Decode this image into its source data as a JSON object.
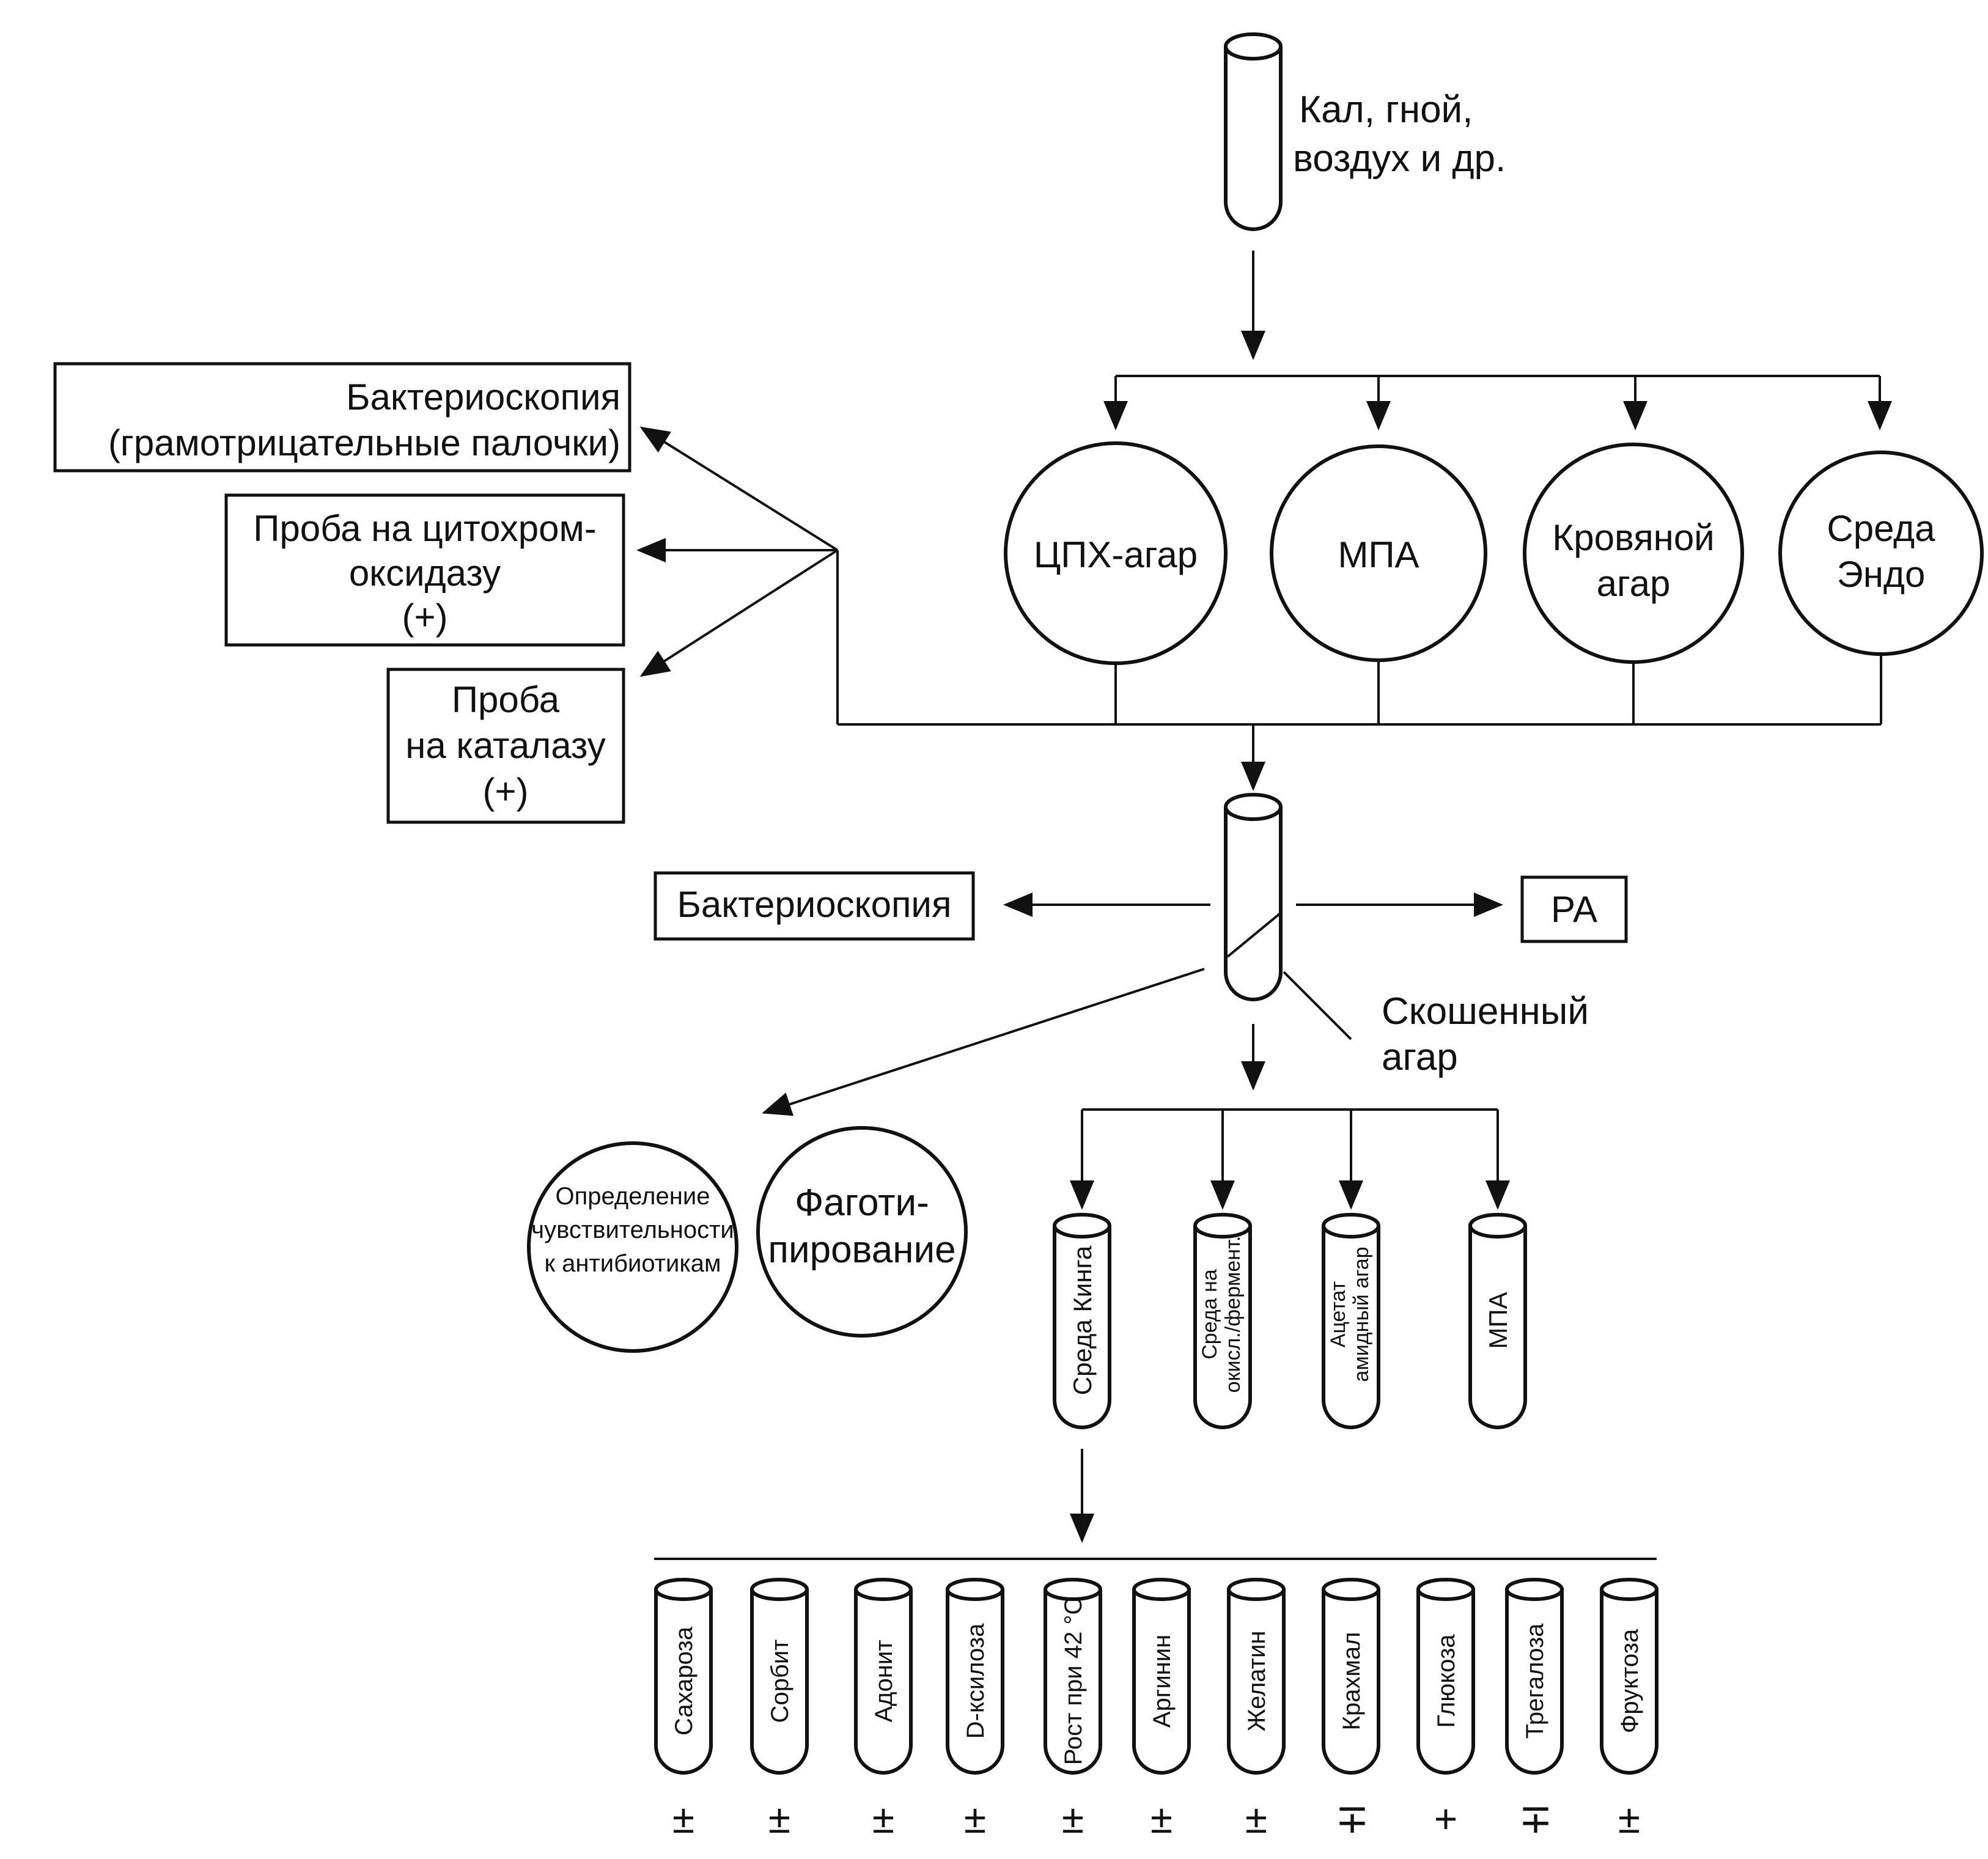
{
  "specimen": {
    "label_lines": [
      "Кал, гной,",
      "воздух и др."
    ]
  },
  "media": [
    "ЦПХ-агар",
    "МПА",
    "Кровяной агар",
    "Среда Эндо"
  ],
  "media_lines": [
    [
      "ЦПХ-агар"
    ],
    [
      "МПА"
    ],
    [
      "Кровяной",
      "агар"
    ],
    [
      "Среда",
      "Эндо"
    ]
  ],
  "primary_tests": [
    [
      "Бактериоскопия",
      "(грамотрицательные палочки)"
    ],
    [
      "Проба на цитохром-",
      "оксидазу",
      "(+)"
    ],
    [
      "Проба",
      "на каталазу",
      "(+)"
    ]
  ],
  "slant": {
    "left_box": "Бактериоскопия",
    "right_box": "РА",
    "label_lines": [
      "Скошенный",
      "агар"
    ]
  },
  "circles_lower": [
    [
      "Определение",
      "чувствительности",
      "к антибиотикам"
    ],
    [
      "Фаготи-",
      "пирование"
    ]
  ],
  "secondary_tubes": [
    [
      "Среда Кинга"
    ],
    [
      "Среда на",
      "окисл./фермент."
    ],
    [
      "Ацетат",
      "амидный агар"
    ],
    [
      "МПА"
    ]
  ],
  "biochem_tubes": [
    {
      "label": "Сахароза",
      "sign": "±"
    },
    {
      "label": "Сорбит",
      "sign": "±"
    },
    {
      "label": "Адонит",
      "sign": "±"
    },
    {
      "label": "D-ксилоза",
      "sign": "±"
    },
    {
      "label": "Рост при 42 °С",
      "sign": "±"
    },
    {
      "label": "Аргинин",
      "sign": "±"
    },
    {
      "label": "Желатин",
      "sign": "±"
    },
    {
      "label": "Крахмал",
      "sign": "∓"
    },
    {
      "label": "Глюкоза",
      "sign": "+"
    },
    {
      "label": "Трегалоза",
      "sign": "∓"
    },
    {
      "label": "Фруктоза",
      "sign": "±"
    }
  ]
}
